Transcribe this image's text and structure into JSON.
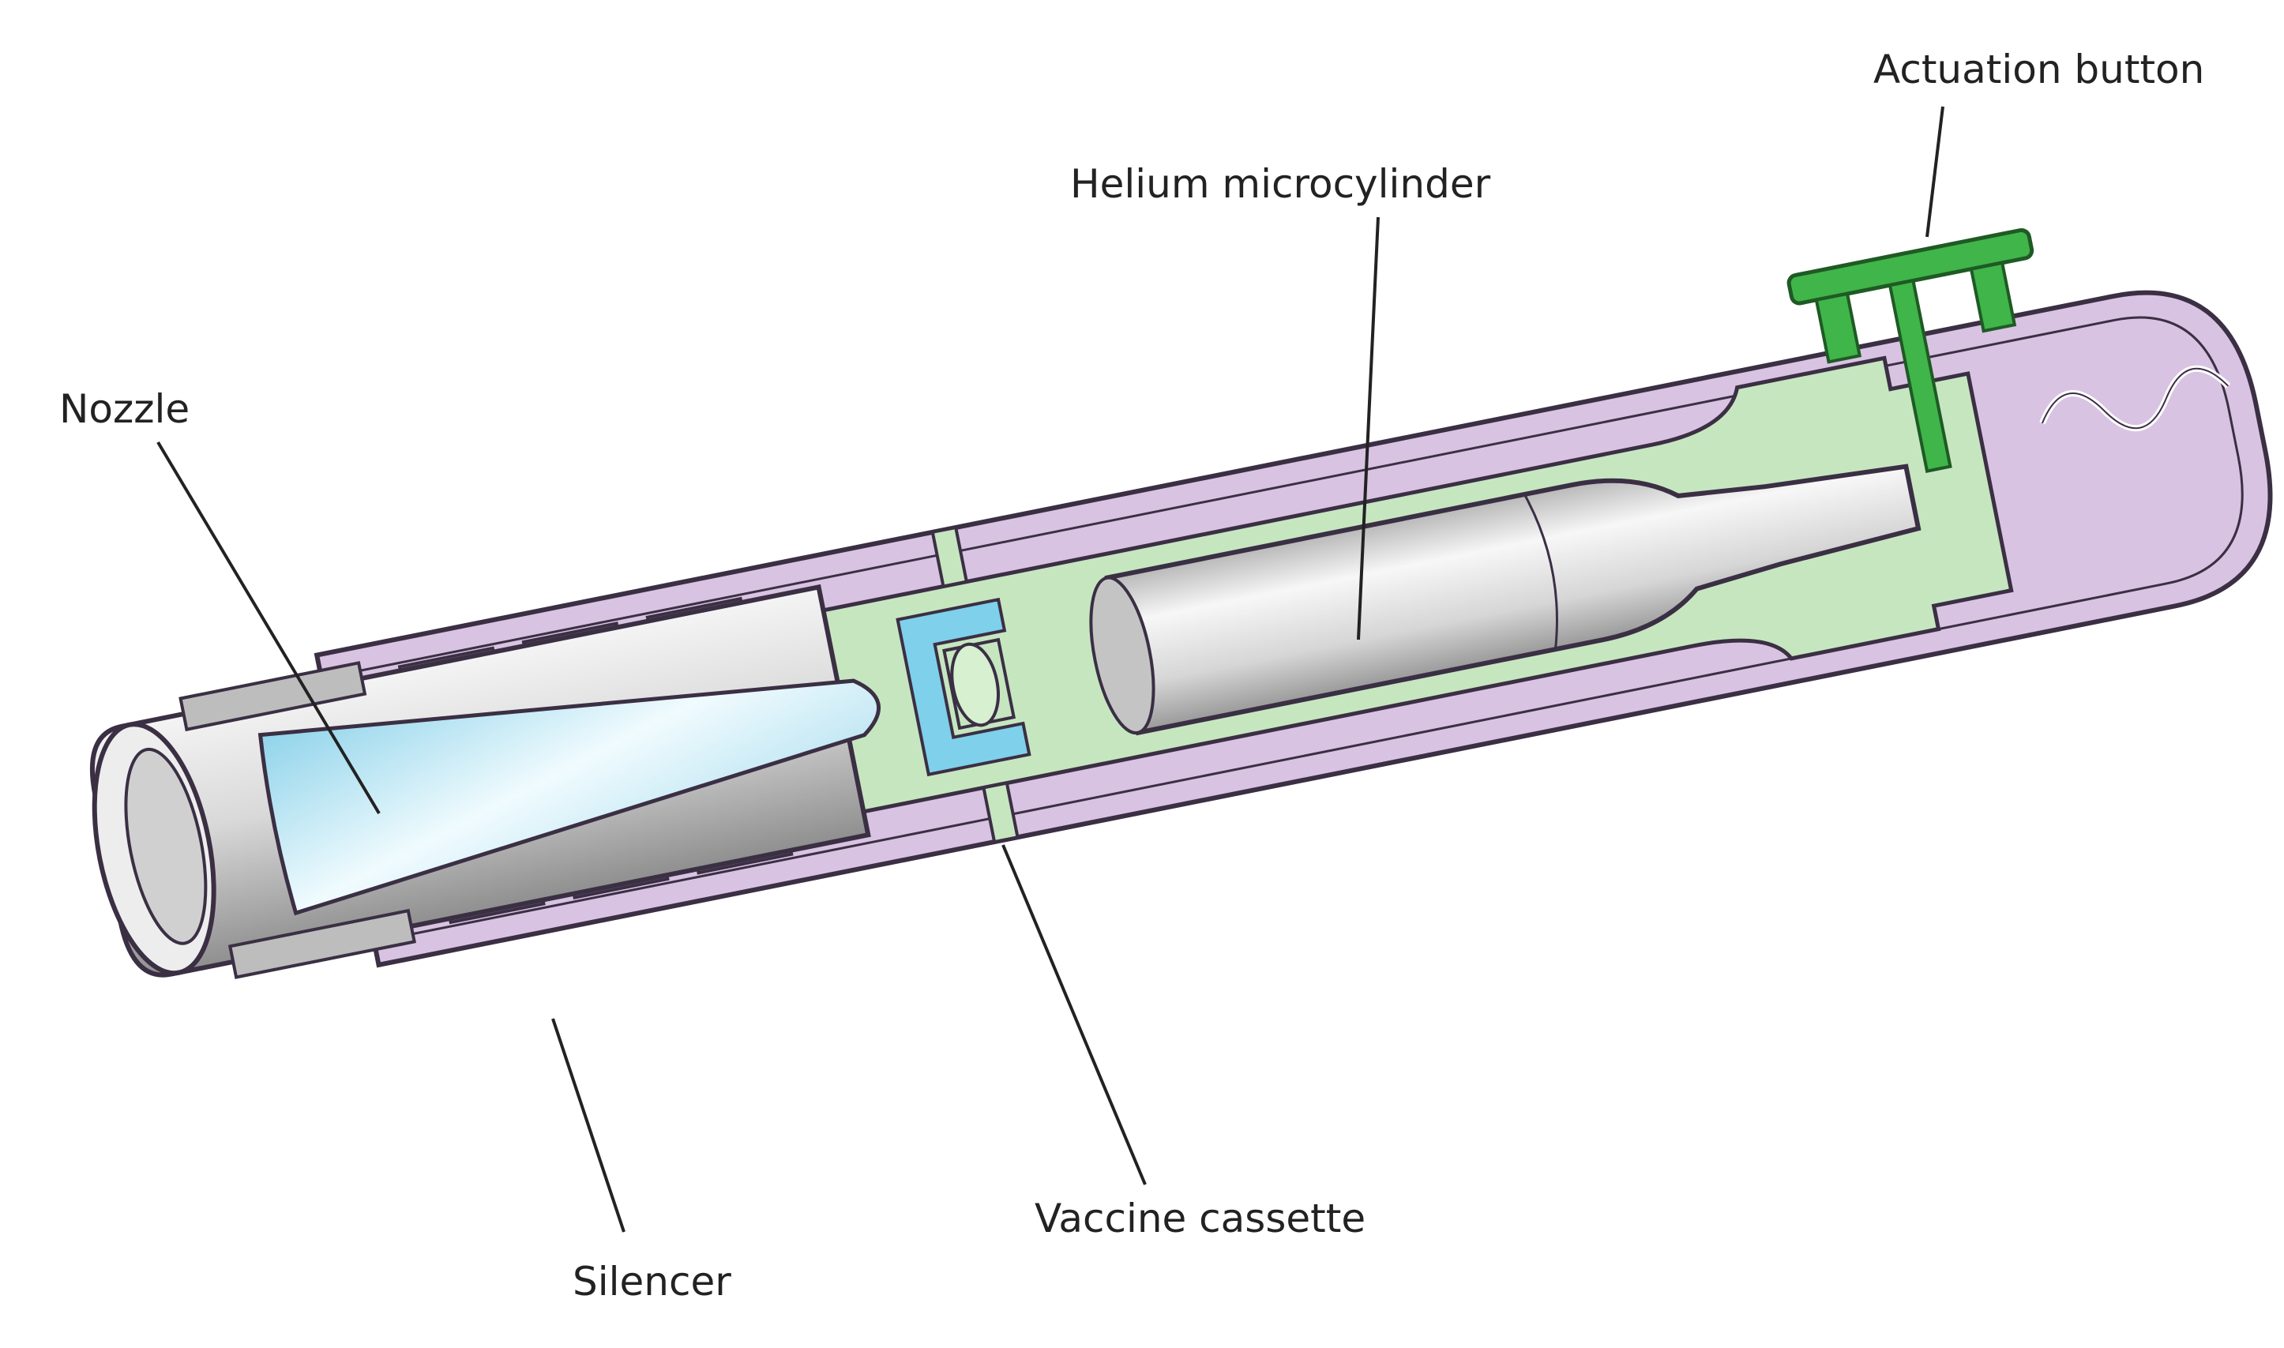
{
  "diagram": {
    "labels": {
      "nozzle": "Nozzle",
      "helium_microcylinder": "Helium microcylinder",
      "actuation_button": "Actuation button",
      "vaccine_cassette": "Vaccine cassette",
      "silencer": "Silencer"
    },
    "colors": {
      "outer_casing": "#d9c3e2",
      "outer_casing_stroke": "#3b2f44",
      "inner_housing": "#c6e6c0",
      "nozzle_lumen": "#c8ecf6",
      "nozzle_metal": "#c9c9c9",
      "microcylinder": "#dcdcdc",
      "cassette": "#7fd0ea",
      "button": "#3fb54a",
      "leader_line": "#222222"
    }
  }
}
